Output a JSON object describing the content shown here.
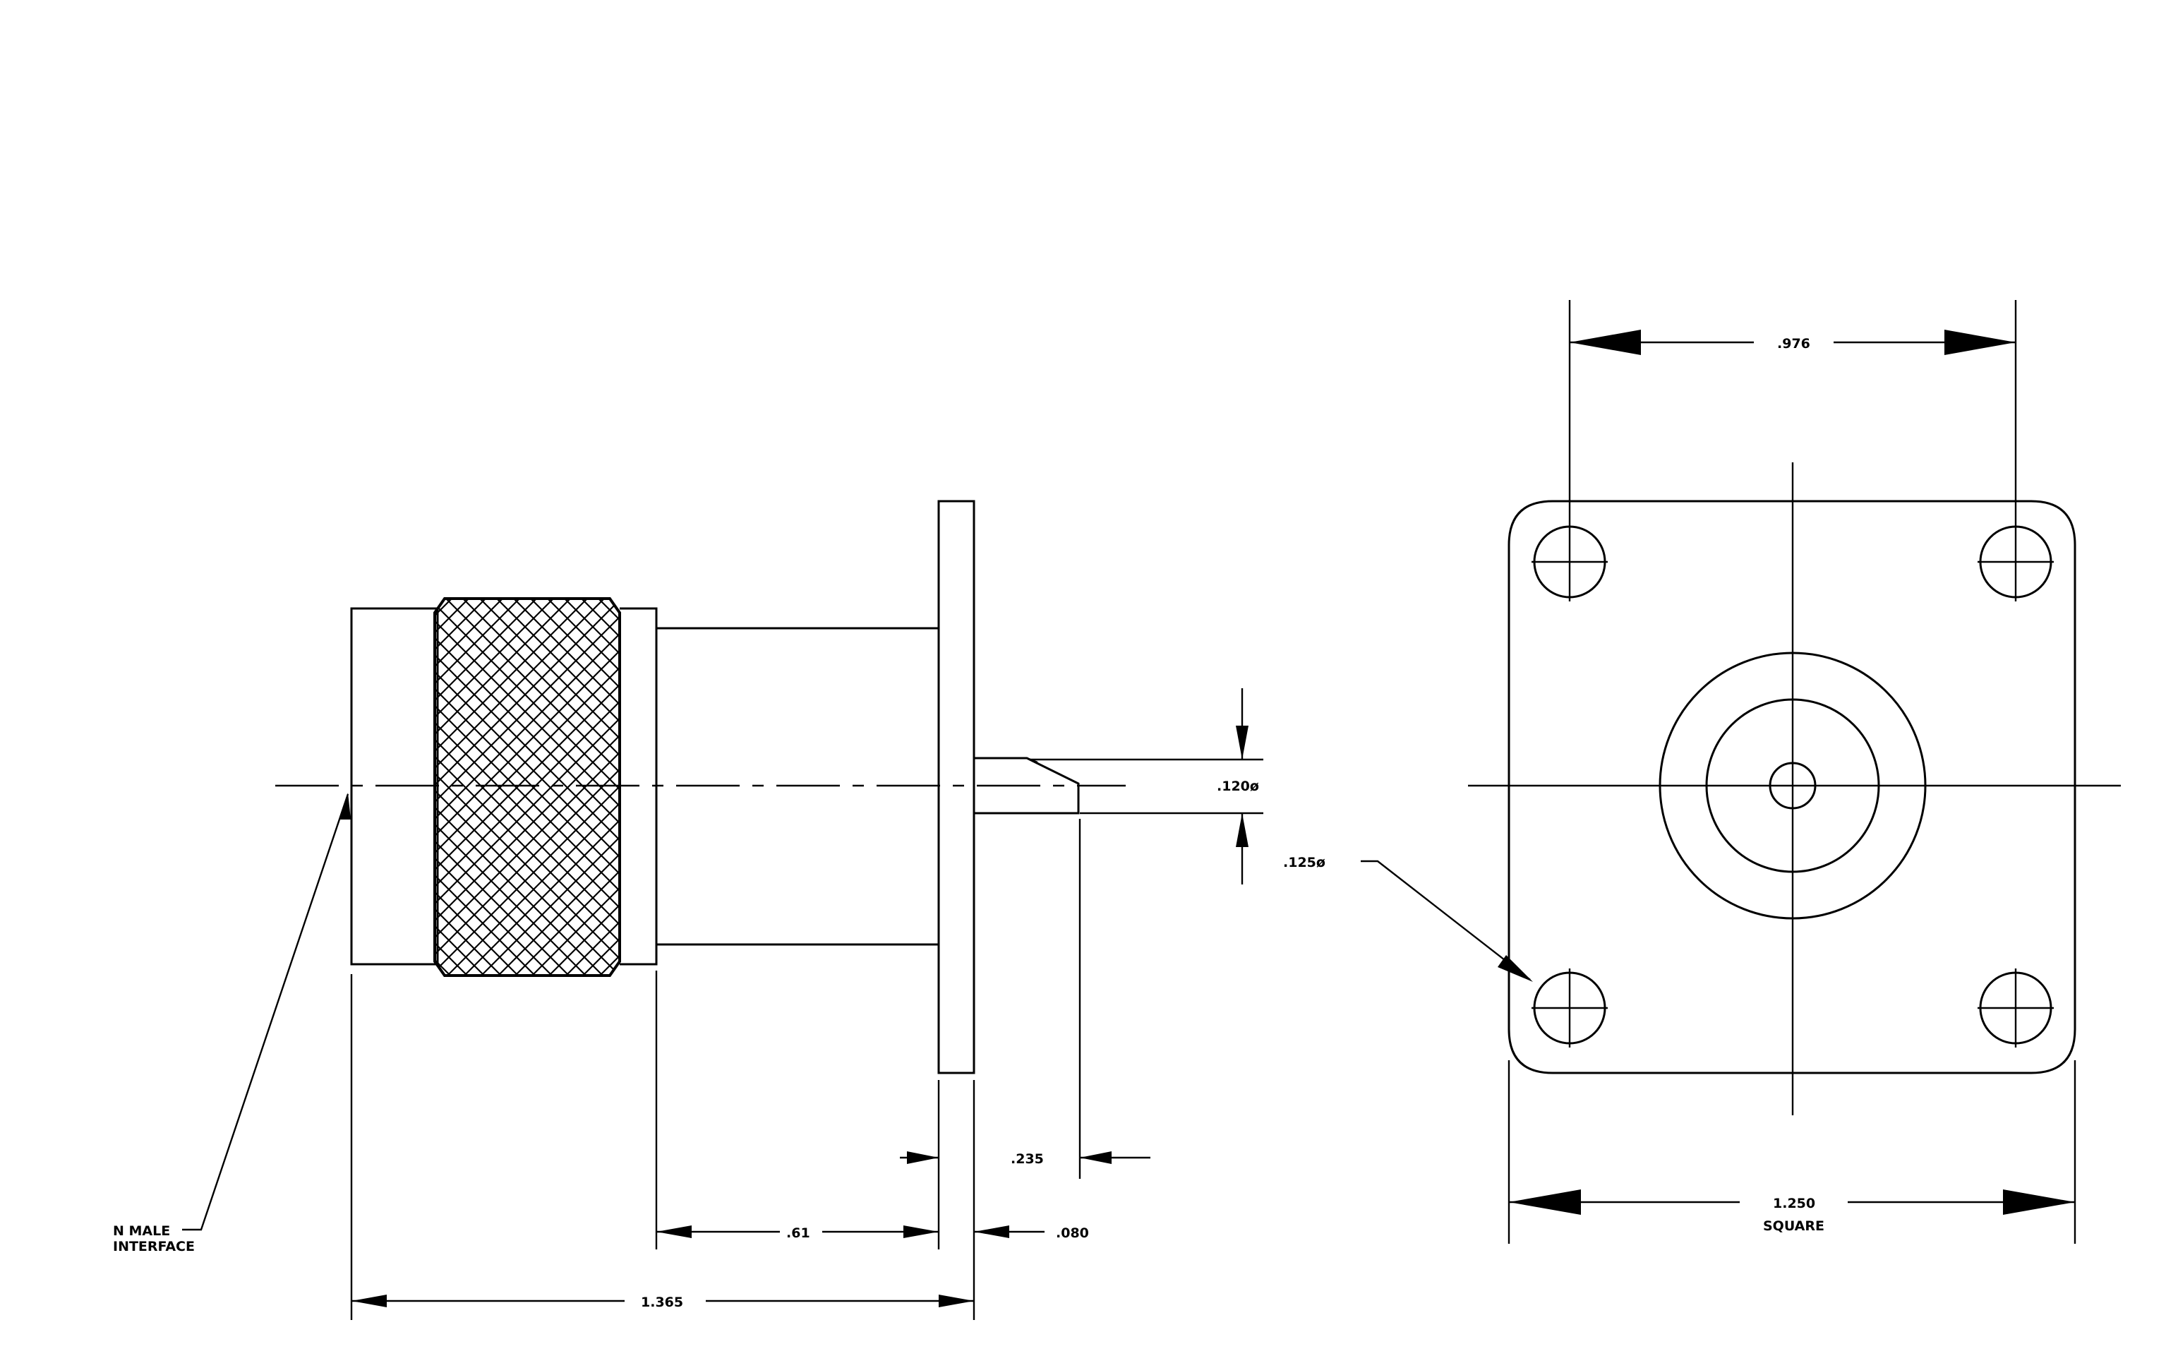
{
  "dimensions": {
    "overall_length": "1.365",
    "body_length": ".61",
    "flange_thickness": ".080",
    "pin_extension": ".235",
    "pin_diameter": ".120ø",
    "hole_diameter": ".125ø",
    "hole_spacing": ".976",
    "flange_size": "1.250",
    "flange_size_note": "SQUARE"
  },
  "callouts": {
    "interface_line1": "N MALE",
    "interface_line2": "INTERFACE"
  },
  "colors": {
    "line": "#000000",
    "background": "#ffffff"
  }
}
